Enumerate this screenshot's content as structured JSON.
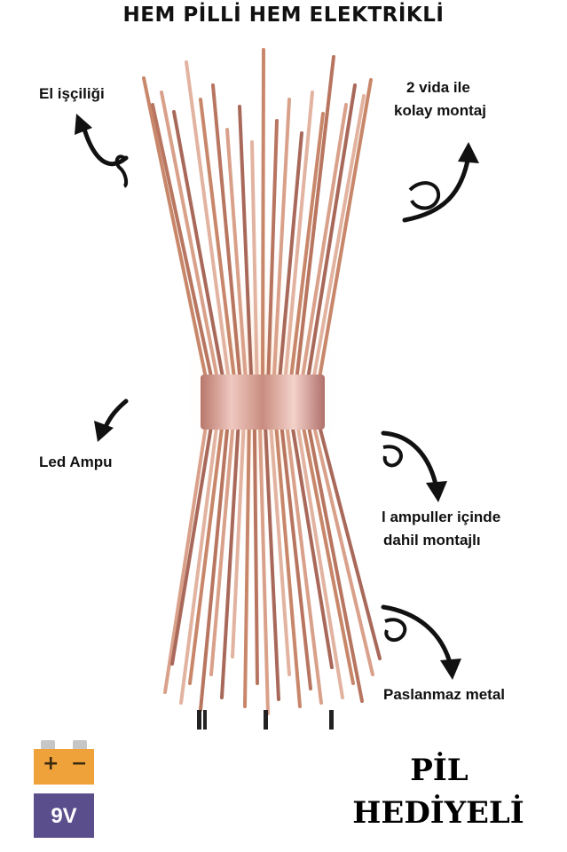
{
  "title": "HEM PİLLİ HEM ELEKTRİKLİ",
  "features": {
    "el_isciligi": "El işçiliği",
    "montaj_line1": "2 vida ile",
    "montaj_line2": "kolay montaj",
    "led_ampul": "Led Ampu",
    "ampuller_line1": "l ampuller içinde",
    "ampuller_line2": "dahil montajlı",
    "paslanmaz": "Paslanmaz metal"
  },
  "battery": {
    "voltage": "9V",
    "plus": "+",
    "minus": "−"
  },
  "gift": {
    "line1": "PİL",
    "line2": "HEDİYELİ"
  },
  "colors": {
    "copper": "#c8876a",
    "band": "#d89a8c",
    "battery_orange": "#f0a23a",
    "battery_purple": "#5a4f8c"
  }
}
